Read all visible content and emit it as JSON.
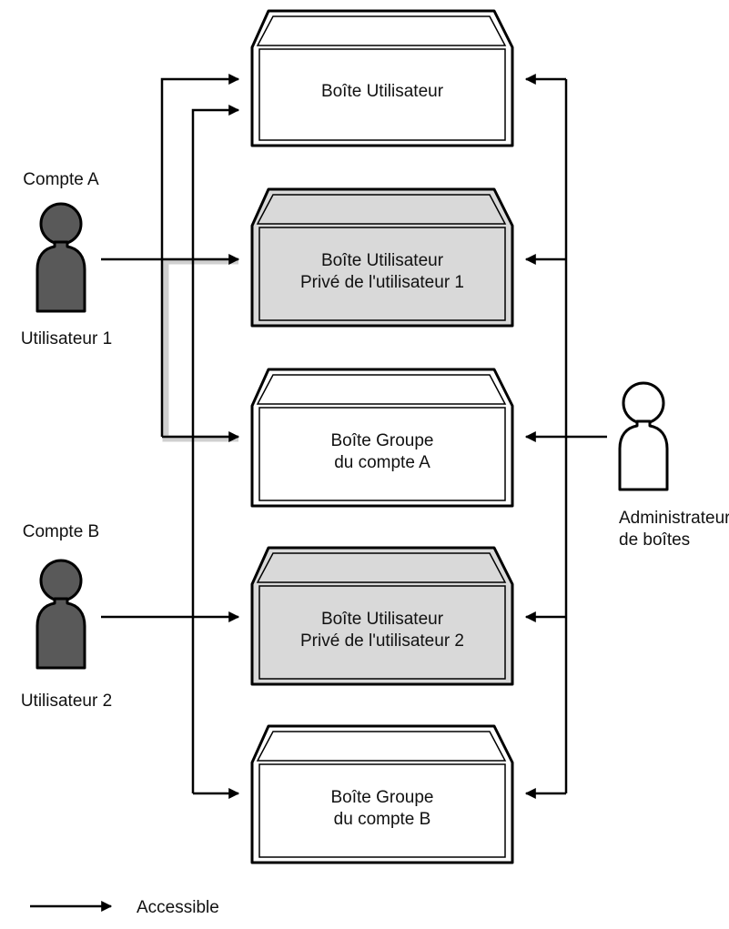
{
  "boxes": [
    {
      "lines": [
        "Boîte Utilisateur"
      ],
      "shaded": false
    },
    {
      "lines": [
        "Boîte Utilisateur",
        "Privé de l'utilisateur 1"
      ],
      "shaded": true
    },
    {
      "lines": [
        "Boîte Groupe",
        "du compte A"
      ],
      "shaded": false
    },
    {
      "lines": [
        "Boîte Utilisateur",
        "Privé de l'utilisateur 2"
      ],
      "shaded": true
    },
    {
      "lines": [
        "Boîte Groupe",
        "du compte B"
      ],
      "shaded": false
    }
  ],
  "people": {
    "user1": {
      "account": "Compte A",
      "name": "Utilisateur 1"
    },
    "user2": {
      "account": "Compte B",
      "name": "Utilisateur 2"
    },
    "admin": {
      "line1": "Administrateur",
      "line2": "de boîtes"
    }
  },
  "legend": {
    "label": "Accessible"
  },
  "colors": {
    "shaded_box": "#d9d9d9",
    "user_icon": "#595959",
    "group_path": "#d0d0d0",
    "line": "#000000"
  }
}
